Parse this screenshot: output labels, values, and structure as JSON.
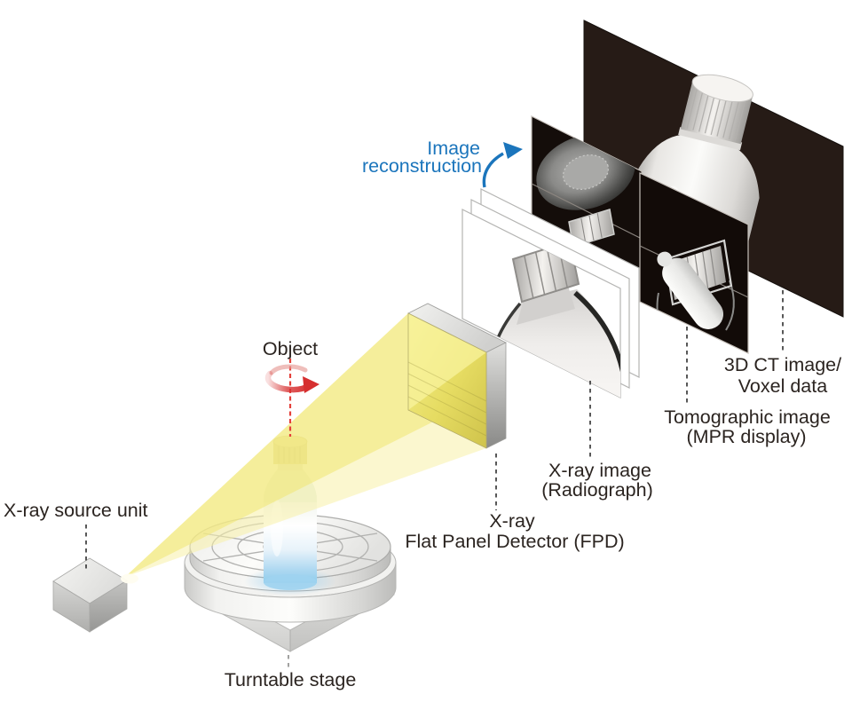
{
  "diagram": {
    "type": "xray-ct-system-illustration",
    "labels": {
      "reconstruction": {
        "line1": "Image",
        "line2": "reconstruction"
      },
      "source": {
        "text": "X-ray source unit"
      },
      "object": {
        "text": "Object"
      },
      "turntable": {
        "text": "Turntable stage"
      },
      "detector": {
        "line1": "X-ray",
        "line2": "Flat Panel Detector (FPD)"
      },
      "radiograph": {
        "line1": "X-ray image",
        "line2": "(Radiograph)"
      },
      "tomographic": {
        "line1": "Tomographic image",
        "line2": "(MPR display)"
      },
      "voxel": {
        "line1": "3D CT image/",
        "line2": "Voxel data"
      }
    },
    "colors": {
      "label_text": "#2b2420",
      "reconstruction_blue": "#1b75bc",
      "beam_yellow": "#f2e878",
      "rotation_red": "#d62f2f",
      "panel_dark": "#261b16"
    }
  }
}
